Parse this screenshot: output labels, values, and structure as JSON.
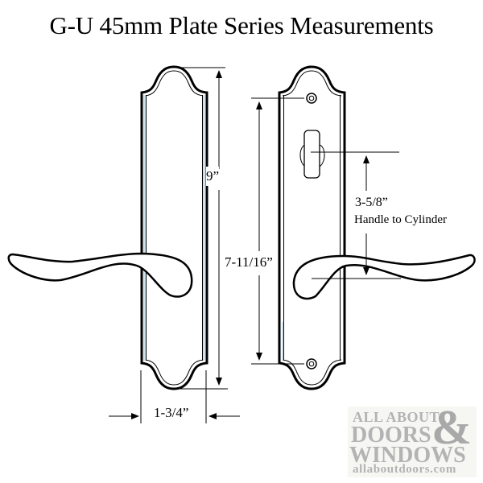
{
  "title": "G-U 45mm Plate Series Measurements",
  "dimensions": {
    "overall_height": "9”",
    "screw_spacing": "7-11/16”",
    "handle_to_cylinder_value": "3-5/8”",
    "handle_to_cylinder_label": "Handle to Cylinder",
    "plate_width": "1-3/4”"
  },
  "colors": {
    "line": "#000000",
    "plate_edge_tint": "#cfe3ef",
    "logo_text": "#b3b3b3",
    "logo_bg": "#f6f6f3"
  },
  "logo": {
    "line1": "ALL ABOUT",
    "line2": "DOORS",
    "ampersand": "&",
    "line3": "WINDOWS",
    "url": "allaboutdoors.com"
  },
  "figures": [
    {
      "name": "front-plate",
      "description": "Plate with lever handle, side view of overall height and width"
    },
    {
      "name": "back-plate",
      "description": "Plate with cylinder cutout, two screw holes and lever handle"
    }
  ]
}
